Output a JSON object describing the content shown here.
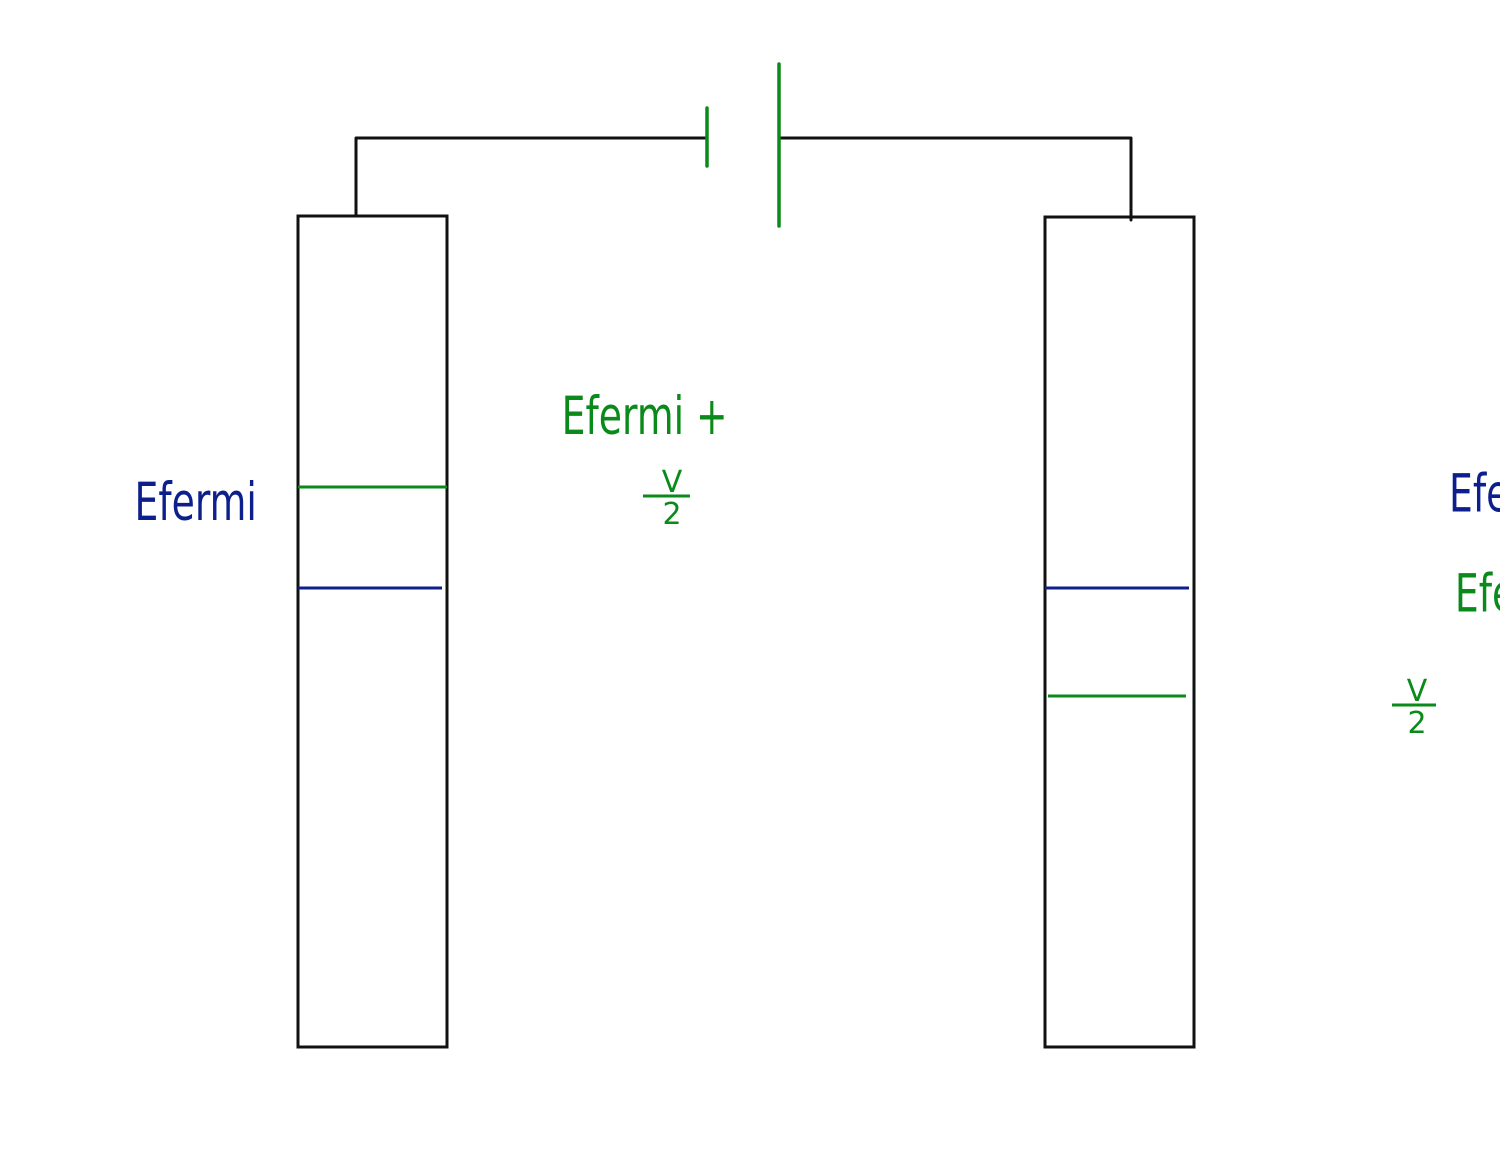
{
  "colors": {
    "wire": "#111111",
    "applied": "#0a8a1a",
    "equilibrium": "#0d1f8c",
    "background": "#ffffff"
  },
  "left_electrode": {
    "fermi_label": "Efermi",
    "shifted_label_prefix": "Efermi +",
    "shifted_numerator": "V",
    "shifted_denominator": "2"
  },
  "right_electrode": {
    "fermi_label": "Efermi",
    "shifted_label_prefix": "Efermi –",
    "shifted_numerator": "V",
    "shifted_denominator": "2"
  }
}
